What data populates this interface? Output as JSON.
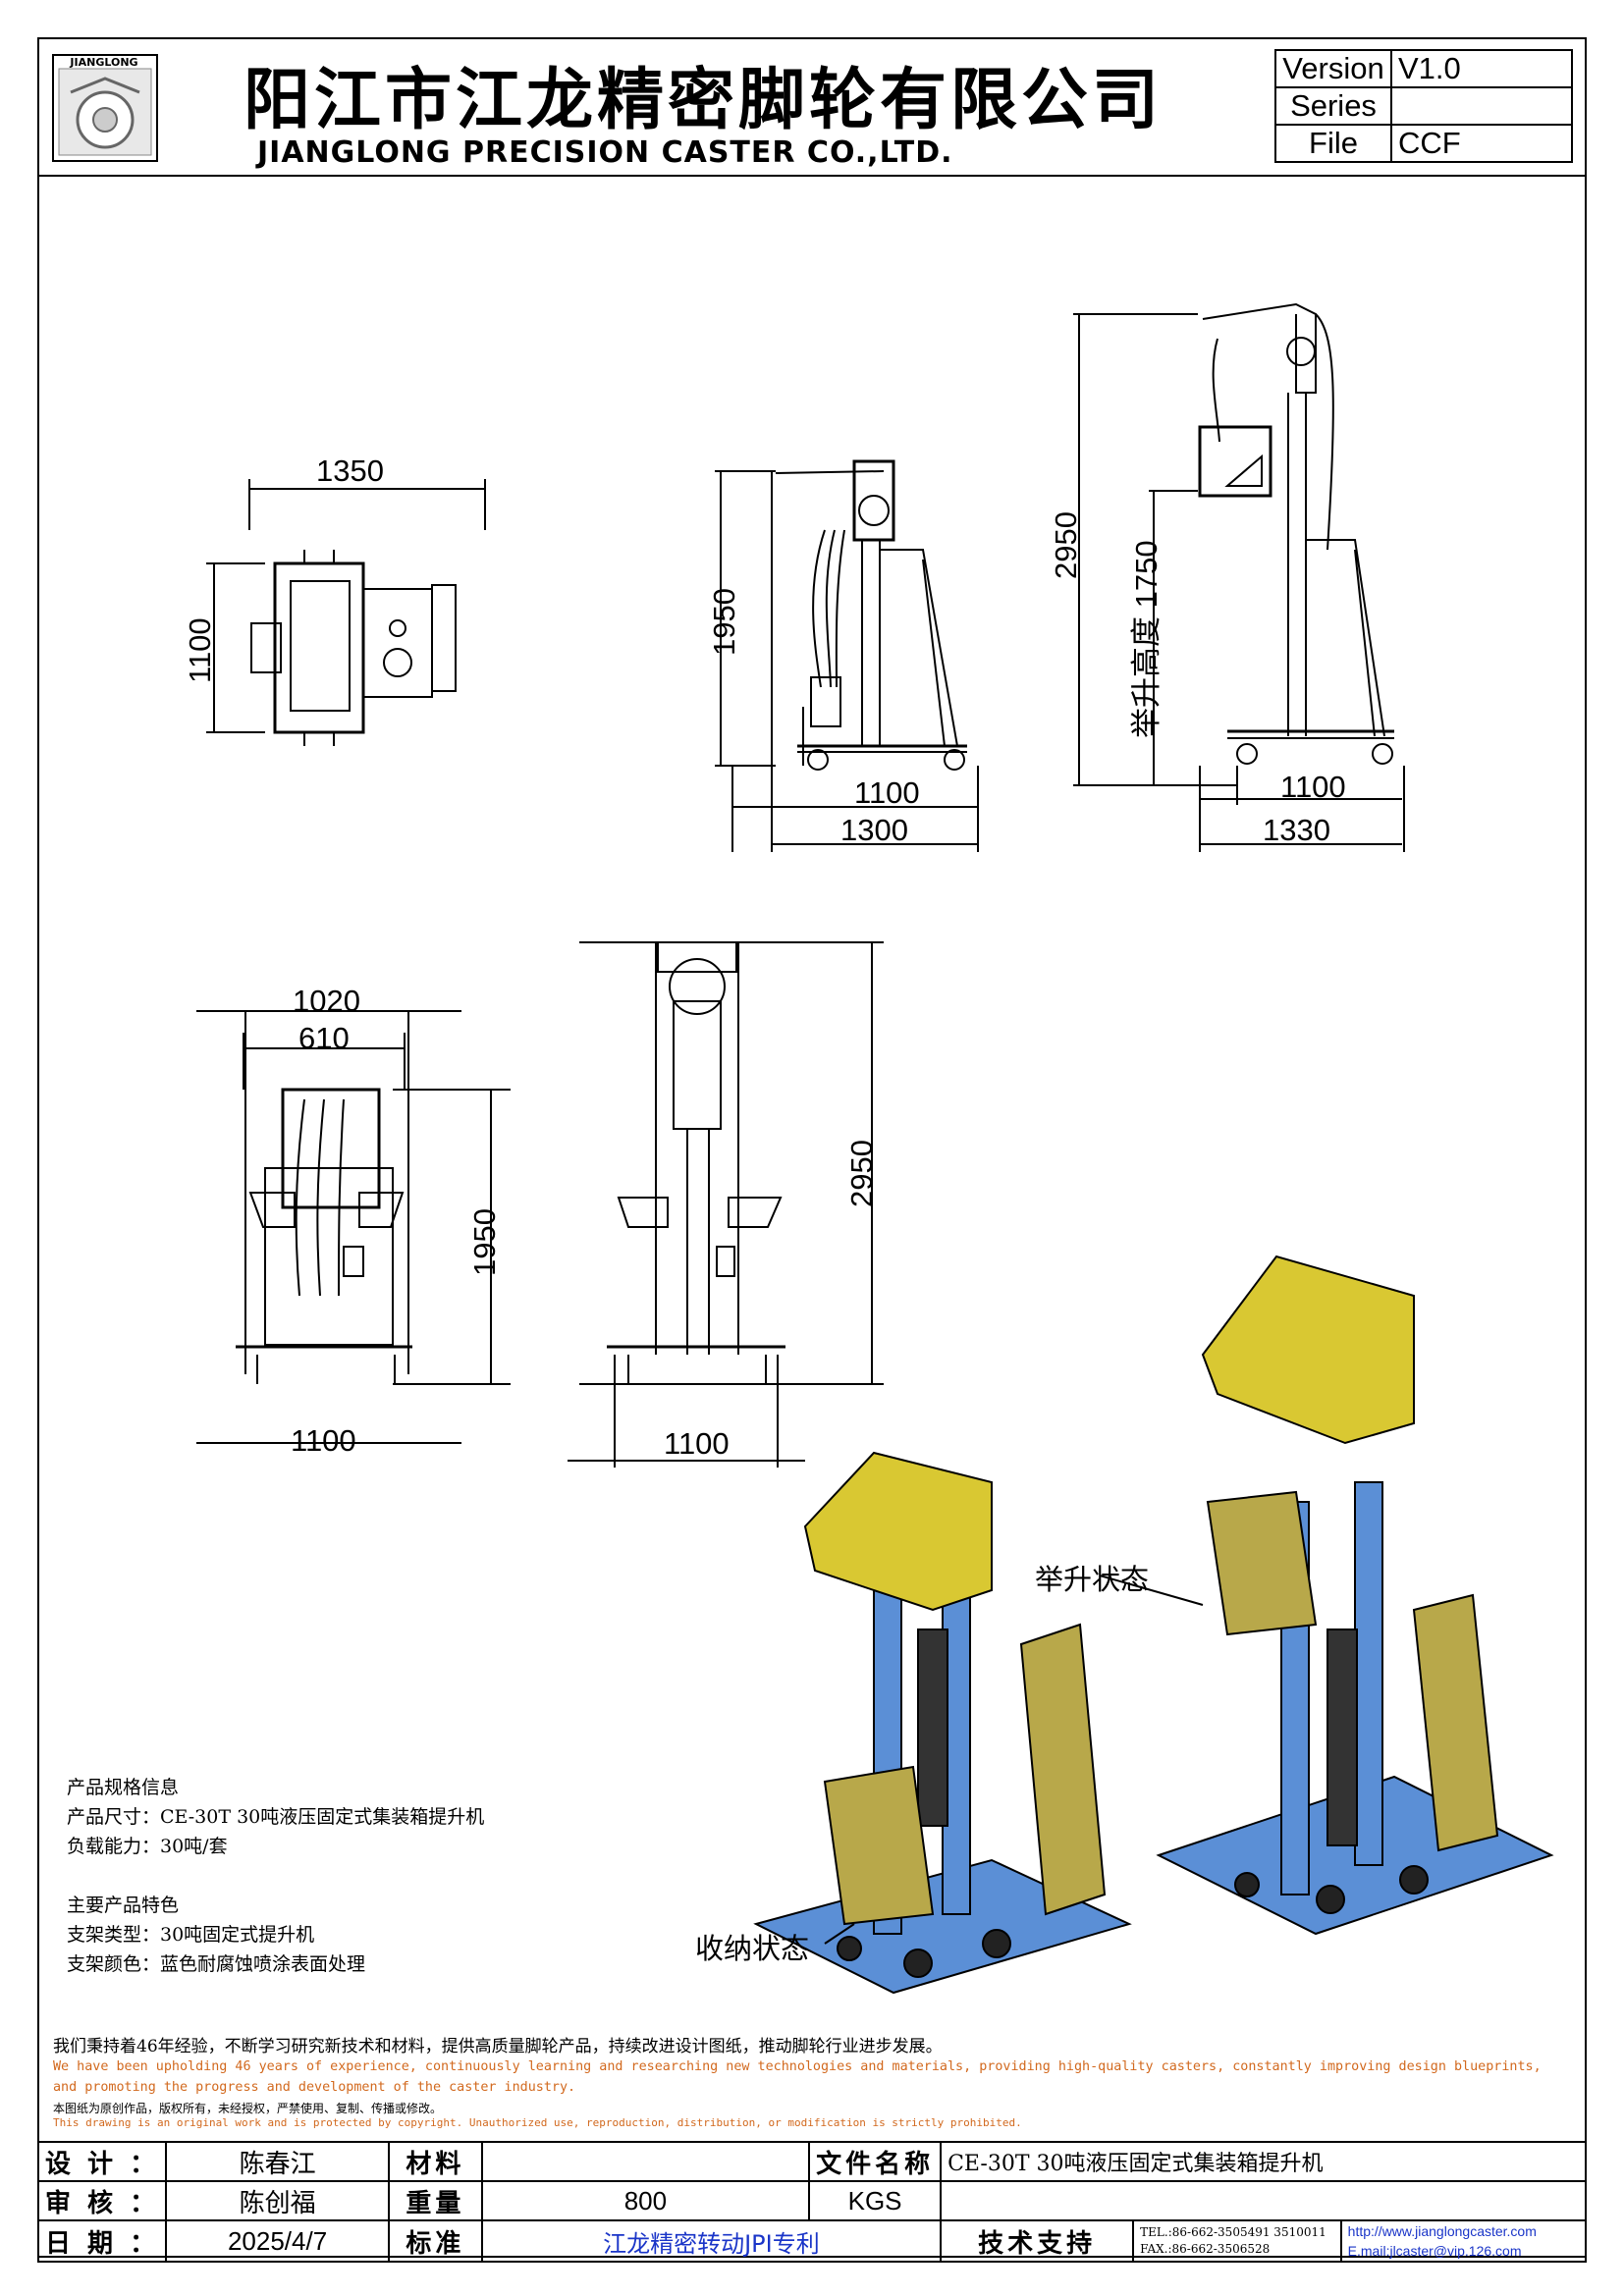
{
  "header": {
    "logo_text": "JIANGLONG",
    "company_cn": "阳江市江龙精密脚轮有限公司",
    "company_en": "JIANGLONG PRECISION CASTER CO.,LTD.",
    "version_label": "Version",
    "version_value": "V1.0",
    "series_label": "Series",
    "series_value": "",
    "file_label": "File",
    "file_value": "CCF"
  },
  "dimensions": {
    "top_view_width": "1350",
    "top_view_depth": "1100",
    "side_height": "1950",
    "side_base": "1100",
    "side_overall": "1300",
    "side2_height": "2950",
    "side2_lift": "举升高度 1750",
    "side2_base": "1100",
    "side2_overall": "1330",
    "front_width": "1020",
    "front_inner": "610",
    "front_height": "1950",
    "front_base": "1100",
    "front2_height": "2950",
    "front2_base": "1100"
  },
  "callouts": {
    "lifted": "举升状态",
    "stowed": "收纳状态"
  },
  "spec": {
    "title1": "产品规格信息",
    "size": "产品尺寸：CE-30T 30吨液压固定式集装箱提升机",
    "load": "负载能力：30吨/套",
    "title2": "主要产品特色",
    "frame_type": "支架类型：30吨固定式提升机",
    "frame_color": "支架颜色：蓝色耐腐蚀喷涂表面处理"
  },
  "mission": {
    "cn": "我们秉持着46年经验，不断学习研究新技术和材料，提供高质量脚轮产品，持续改进设计图纸，推动脚轮行业进步发展。",
    "en1": "We have been upholding 46 years of experience, continuously learning and researching new technologies and materials, providing high-quality casters, constantly improving design blueprints,",
    "en2": "and promoting the progress and development of the caster industry.",
    "copyright_cn": "本图纸为原创作品，版权所有，未经授权，严禁使用、复制、传播或修改。",
    "copyright_en": "This drawing is an original work and is protected by copyright. Unauthorized use, reproduction, distribution, or modification is strictly prohibited."
  },
  "title_block": {
    "design_label": "设 计 ：",
    "designer": "陈春江",
    "material_label": "材料",
    "material": "",
    "filename_label": "文件名称",
    "filename": "CE-30T 30吨液压固定式集装箱提升机",
    "review_label": "审 核 ：",
    "reviewer": "陈创福",
    "weight_label": "重量",
    "weight": "800",
    "weight_unit": "KGS",
    "date_label": "日 期 ：",
    "date": "2025/4/7",
    "standard_label": "标准",
    "standard": "江龙精密转动JPI专利",
    "support_label": "技术支持",
    "tel": "TEL.:86-662-3505491 3510011",
    "fax": "FAX.:86-662-3506528",
    "web": "http://www.jianglongcaster.com",
    "email": "E.mail:jlcaster@vip.126.com"
  },
  "colors": {
    "frame_blue": "#5b8fd6",
    "yellow": "#d9c832",
    "olive": "#b8a84a",
    "link_blue": "#1a35c8",
    "note_orange": "#d2691e"
  }
}
